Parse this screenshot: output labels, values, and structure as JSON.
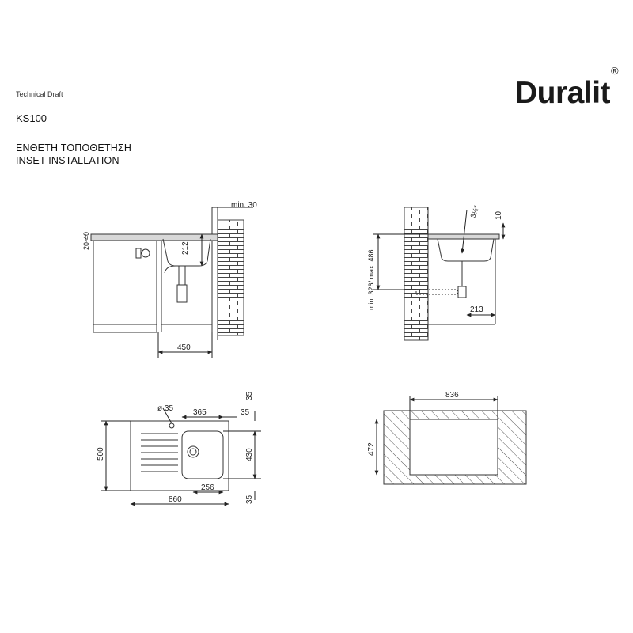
{
  "header": {
    "doc_type": "Technical Draft",
    "model": "KS100",
    "title_gr": "ΕΝΘΕΤΗ ΤΟΠΟΘΕΤΗΣΗ",
    "title_en": "INSET INSTALLATION"
  },
  "brand": {
    "name": "Duralit",
    "mark": "®"
  },
  "side_view": {
    "dim_wall": "min. 30",
    "dim_worktop": "20-40",
    "dim_bowl_depth": "212",
    "dim_cabinet": "450"
  },
  "front_view": {
    "dim_top": "10",
    "dim_height": "min. 326/ max. 486",
    "dim_outlet": "3½\"",
    "dim_offset": "213"
  },
  "top_view": {
    "dim_tap_hole": "ø 35",
    "dim_bowl_width": "365",
    "dim_top_margin": "35",
    "dim_right_margin": "35",
    "dim_depth": "500",
    "dim_bowl_depth": "430",
    "dim_drain": "256",
    "dim_length": "860",
    "dim_bottom_margin": "35"
  },
  "cutout": {
    "dim_width": "836",
    "dim_depth": "472"
  },
  "colors": {
    "line": "#333333",
    "text": "#222222",
    "background": "#ffffff"
  }
}
